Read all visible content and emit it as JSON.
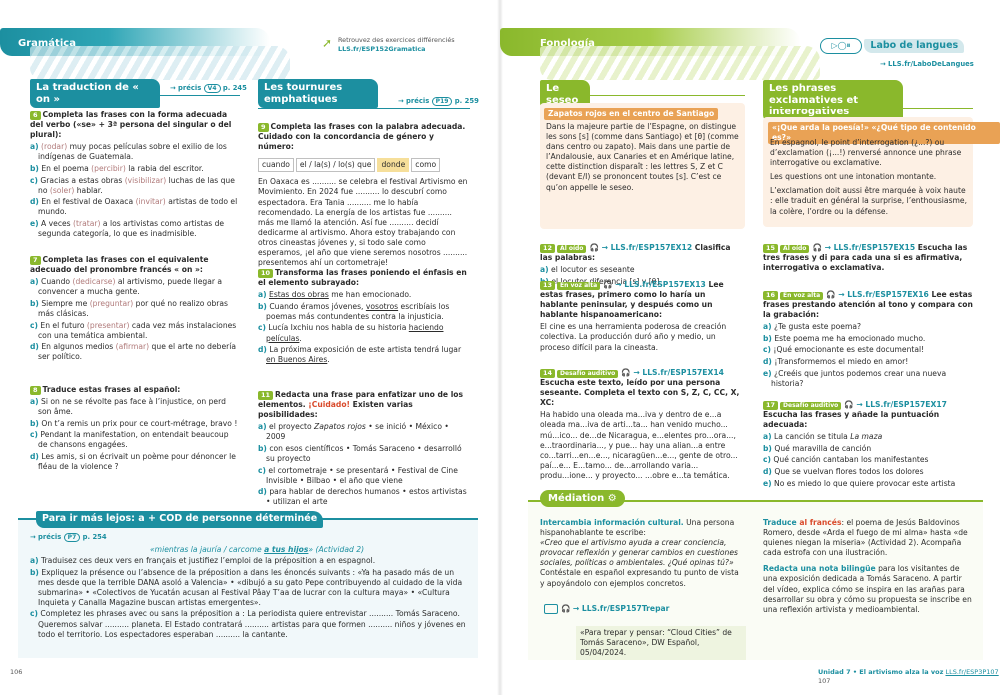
{
  "left": {
    "section": "Gramática",
    "retrouvez": {
      "line1": "Retrouvez des exercices différenciés",
      "link": "LLS.fr/ESP152Gramatica"
    },
    "col1_title": "La traduction de « on »",
    "col1_ref_pre": "→ précis",
    "col1_ref_badge": "V4",
    "col1_ref_page": "p. 245",
    "ex6": {
      "num": "6",
      "heading": "Completa las frases con la forma adecuada del verbo («se» + 3ª persona del singular o del plural):",
      "items": [
        {
          "l": "a)",
          "t1": "",
          "hint": "(rodar)",
          "t2": " muy pocas películas sobre el exilio de los indígenas de Guatemala."
        },
        {
          "l": "b)",
          "t1": "En el poema ",
          "hint": "(percibir)",
          "t2": " la rabia del escritor."
        },
        {
          "l": "c)",
          "t1": "Gracias a estas obras ",
          "hint": "(visibilizar)",
          "t2": " luchas de las que no ",
          "hint2": "(soler)",
          "t3": " hablar."
        },
        {
          "l": "d)",
          "t1": "En el festival de Oaxaca ",
          "hint": "(invitar)",
          "t2": " artistas de todo el mundo."
        },
        {
          "l": "e)",
          "t1": "A veces ",
          "hint": "(tratar)",
          "t2": " a los artivistas como artistas de segunda categoría, lo que es inadmisible."
        }
      ]
    },
    "ex7": {
      "num": "7",
      "heading": "Completa las frases con el equivalente adecuado del pronombre francés « on »:",
      "items": [
        {
          "l": "a)",
          "t1": "Cuando ",
          "hint": "(dedicarse)",
          "t2": " al artivismo, puede llegar a convencer a mucha gente."
        },
        {
          "l": "b)",
          "t1": "Siempre me ",
          "hint": "(preguntar)",
          "t2": " por qué no realizo obras más clásicas."
        },
        {
          "l": "c)",
          "t1": "En el futuro ",
          "hint": "(presentar)",
          "t2": " cada vez más instalaciones con una temática ambiental."
        },
        {
          "l": "d)",
          "t1": "En algunos medios ",
          "hint": "(afirmar)",
          "t2": " que el arte no debería ser político."
        }
      ]
    },
    "ex8": {
      "num": "8",
      "heading": "Traduce estas frases al español:",
      "items": [
        {
          "l": "a)",
          "t": "Si on ne se révolte pas face à l’injustice, on perd son âme."
        },
        {
          "l": "b)",
          "t": "On t’a remis un prix pour ce court-métrage, bravo !"
        },
        {
          "l": "c)",
          "t": "Pendant la manifestation, on entendait beaucoup de chansons engagées."
        },
        {
          "l": "d)",
          "t": "Les amis, si on écrivait un poème pour dénoncer le fléau de la violence ?"
        }
      ]
    },
    "col2_title": "Les tournures emphatiques",
    "col2_ref_pre": "→ précis",
    "col2_ref_badge": "P19",
    "col2_ref_page": "p. 259",
    "ex9": {
      "num": "9",
      "heading": "Completa las frases con la palabra adecuada. Cuidado con la concordancia de género y número:",
      "words": [
        "cuando",
        "el / la(s) / lo(s) que",
        "donde",
        "como"
      ],
      "text": "En Oaxaca es .......... se celebra el festival Artivismo en Movimiento. En 2024 fue .......... lo descubrí como espectadora. Era Tania .......... me lo había recomendado. La energía de los artistas fue .......... más me llamó la atención. Así fue .......... decidí dedicarme al artivismo. Ahora estoy trabajando con otros cineastas jóvenes y, si todo sale como esperamos, ¡el año que viene seremos nosotros .......... presentemos ahí un cortometraje!"
    },
    "ex10": {
      "num": "10",
      "heading": "Transforma las frases poniendo el énfasis en el elemento subrayado:",
      "items": [
        {
          "l": "a)",
          "pre": "",
          "u": "Estas dos obras",
          "post": " me han emocionado."
        },
        {
          "l": "b)",
          "pre": "Cuando éramos jóvenes, ",
          "u": "vosotros",
          "post": " escribíais los poemas más contundentes contra la injusticia."
        },
        {
          "l": "c)",
          "pre": "Lucía Ixchiu nos habla de su historia ",
          "u": "haciendo películas",
          "post": "."
        },
        {
          "l": "d)",
          "pre": "La próxima exposición de este artista tendrá lugar ",
          "u": "en Buenos Aires",
          "post": "."
        }
      ]
    },
    "ex11": {
      "num": "11",
      "heading": "Redacta una frase para enfatizar uno de los elementos.",
      "cuidado": "¡Cuidado!",
      "heading2": " Existen varias posibilidades:",
      "items": [
        {
          "l": "a)",
          "t1": "el proyecto ",
          "i": "Zapatos rojos",
          "t2": " • se inició • México • 2009"
        },
        {
          "l": "b)",
          "t1": "con esos científicos • Tomás Saraceno • desarrolló su proyecto",
          "i": "",
          "t2": ""
        },
        {
          "l": "c)",
          "t1": "el cortometraje • se presentará • Festival de Cine Invisible • Bilbao • el año que viene",
          "i": "",
          "t2": ""
        },
        {
          "l": "d)",
          "t1": "para hablar de derechos humanos • estos artivistas • utilizan el arte",
          "i": "",
          "t2": ""
        }
      ]
    },
    "more": {
      "title": "Para ir más lejos: a + COD de personne déterminée",
      "ref_pre": "→ précis",
      "ref_badge": "P7",
      "ref_page": "p. 254",
      "quote_pre": "«mientras la jauría / carcome ",
      "quote_u": "a tus hijos",
      "quote_post": "» (Actividad 2)",
      "items": [
        {
          "l": "a)",
          "t": "Traduisez ces deux vers en français et justifiez l’emploi de la préposition a en espagnol."
        },
        {
          "l": "b)",
          "t": "Expliquez la présence ou l’absence de la préposition a dans les énoncés suivants : «Ya ha pasado más de un mes desde que la terrible DANA asoló a Valencia» • «dibujó a su gato Pepe contribuyendo al cuidado de la vida submarina» • «Colectivos de Yucatán acusan al Festival Pâay T’aa de lucrar con la cultura maya» • «Cultura Inquieta y Canalla Magazine buscan artistas emergentes»."
        },
        {
          "l": "c)",
          "t": "Completez les phrases avec ou sans la préposition a : La periodista quiere entrevistar .......... Tomás Saraceno. Queremos salvar .......... planeta. El Estado contratará .......... artistas para que formen .......... niños y jóvenes en todo el territorio. Los espectadores esperaban .......... la cantante."
        }
      ]
    },
    "footer_num": "106"
  },
  "right": {
    "section": "Fonología",
    "labo": "Labo de langues",
    "labo_link": "→ LLS.fr/LaboDeLangues",
    "col1_title": "Le seseo",
    "seseo_panel_title": "Zapatos rojos en el centro de Santiago",
    "seseo_panel_text": "Dans la majeure partie de l’Espagne, on distingue les sons [s] (comme dans Santiago) et [θ] (comme dans centro ou zapato). Mais dans une partie de l’Andalousie, aux Canaries et en Amérique latine, cette distinction disparaît : les lettres S, Z et C (devant E/I) se prononcent toutes [s]. C’est ce qu’on appelle le seseo.",
    "ex12": {
      "num": "12",
      "tag": "Al oído",
      "link": "→ LLS.fr/ESP157EX12",
      "heading": "Clasifica las palabras:",
      "items": [
        {
          "l": "a)",
          "t": "el locutor es seseante"
        },
        {
          "l": "b)",
          "t": "el locutor diferencia [s] y [θ]"
        }
      ]
    },
    "ex13": {
      "num": "13",
      "tag": "En voz alta",
      "link": "→ LLS.fr/ESP157EX13",
      "heading": "Lee estas frases, primero como lo haría un hablante peninsular, y después como un hablante hispanoamericano:",
      "text": "El cine es una herramienta poderosa de creación colectiva. La producción duró año y medio, un proceso difícil para la cineasta."
    },
    "ex14": {
      "num": "14",
      "tag": "Desafío auditivo",
      "link": "→ LLS.fr/ESP157EX14",
      "heading": "Escucha este texto, leído por una persona seseante. Completa el texto con S, Z, C, CC, X, XC:",
      "text": "Ha habido una oleada ma...iva y dentro de e...a oleada ma...iva de arti...ta... han venido mucho... mú...ico... de...de Nicaragua, e...elentes pro...ora..., e...traordinaria..., y pue... hay una alian...a entre co...tarri...en...e..., nicaragüen...e..., gente de otro... paí...e... E...tamo... de...arrollando varia... produ...ione... y proyecto... ...obre e...ta temática."
    },
    "col2_title": "Les phrases exclamatives et interrogatives",
    "excl_panel_title": "«¡Que arda la poesía!» «¿Qué tipo de contenido es?»",
    "excl_p1": "En espagnol, le point d’interrogation (¿...?) ou d’exclamation (¡...!) renversé annonce une phrase interrogative ou exclamative.",
    "excl_p2": "Les questions ont une intonation montante.",
    "excl_p3": "L’exclamation doit aussi être marquée à voix haute : elle traduit en général la surprise, l’enthousiasme, la colère, l’ordre ou la défense.",
    "ex15": {
      "num": "15",
      "tag": "Al oído",
      "link": "→ LLS.fr/ESP157EX15",
      "heading": "Escucha las tres frases y di para cada una si es afirmativa, interrogativa o exclamativa."
    },
    "ex16": {
      "num": "16",
      "tag": "En voz alta",
      "link": "→ LLS.fr/ESP157EX16",
      "heading": "Lee estas frases prestando atención al tono y compara con la grabación:",
      "items": [
        {
          "l": "a)",
          "t": "¿Te gusta este poema?"
        },
        {
          "l": "b)",
          "t": "Este poema me ha emocionado mucho."
        },
        {
          "l": "c)",
          "t": "¡Qué emocionante es este documental!"
        },
        {
          "l": "d)",
          "t": "¡Transformemos el miedo en amor!"
        },
        {
          "l": "e)",
          "t": "¿Creéis que juntos podemos crear una nueva historia?"
        }
      ]
    },
    "ex17": {
      "num": "17",
      "tag": "Desafío auditivo",
      "link": "→ LLS.fr/ESP157EX17",
      "heading": "Escucha las frases y añade la puntuación adecuada:",
      "items": [
        {
          "l": "a)",
          "t1": "La canción se titula ",
          "i": "La maza"
        },
        {
          "l": "b)",
          "t1": "Qué maravilla de canción",
          "i": ""
        },
        {
          "l": "c)",
          "t1": "Qué canción cantaban los manifestantes",
          "i": ""
        },
        {
          "l": "d)",
          "t1": "Que se vuelvan flores todos los dolores",
          "i": ""
        },
        {
          "l": "e)",
          "t1": "No es miedo lo que quiere provocar este artista",
          "i": ""
        }
      ]
    },
    "mediacion": {
      "title": "Médiation",
      "left_bold": "Intercambia información cultural.",
      "left_text": " Una persona hispanohablante te escribe:",
      "left_quote": "«Creo que el artivismo ayuda a crear conciencia, provocar reflexión y generar cambios en cuestiones sociales, políticas o ambientales. ¿Qué opinas tú?»",
      "left_text2": "Contéstale en español expresando tu punto de vista y apoyándolo con ejemplos concretos.",
      "video_link": "→ LLS.fr/ESP157Trepar",
      "video_caption": "«Para trepar y pensar: “Cloud Cities” de Tomás Saraceno», DW Español, 05/04/2024.",
      "r1_bold": "Traduce ",
      "r1_red": "al francés",
      "r1_text": ": el poema de Jesús Baldovinos Romero, desde «Arda el fuego de mi alma» hasta «de quienes niegan la miseria» (Actividad 2). Acompaña cada estrofa con una ilustración.",
      "r2_bold": "Redacta una nota bilingüe",
      "r2_text": " para los visitantes de una exposición dedicada a Tomás Saraceno. A partir del vídeo, explica cómo se inspira en las arañas para desarrollar su obra y cómo su propuesta se inscribe en una reflexión artivista y medioambiental."
    },
    "footer_unit": "Unidad 7 • El artivismo alza la voz",
    "footer_link": "LLS.fr/ESP3P107",
    "footer_num": "107"
  }
}
